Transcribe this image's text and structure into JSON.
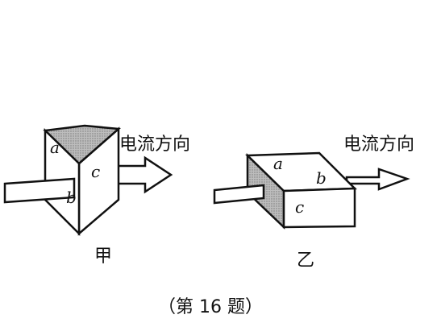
{
  "figure_a": {
    "current_label": "电流方向",
    "face_labels": {
      "top_left": "a",
      "front_right": "c",
      "lower_left": "b"
    },
    "caption": "甲"
  },
  "figure_b": {
    "current_label": "电流方向",
    "face_labels": {
      "top": "a",
      "right": "b",
      "front": "c"
    },
    "caption": "乙"
  },
  "problem_caption": "（第 16 题）"
}
